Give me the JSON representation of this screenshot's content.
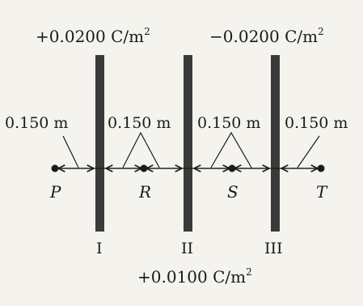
{
  "sheets": [
    {
      "numeral": "I",
      "charge_value": "+0.0200 C/m",
      "charge_exp": "2"
    },
    {
      "numeral": "II",
      "charge_value": "+0.0100 C/m",
      "charge_exp": "2"
    },
    {
      "numeral": "III",
      "charge_value": "−0.0200 C/m",
      "charge_exp": "2"
    }
  ],
  "distances": [
    "0.150 m",
    "0.150 m",
    "0.150 m",
    "0.150 m"
  ],
  "points": [
    "P",
    "R",
    "S",
    "T"
  ],
  "colors": {
    "background": "#f4f3ee",
    "ink": "#1a1a1a",
    "sheet": "#3a3a3a"
  }
}
